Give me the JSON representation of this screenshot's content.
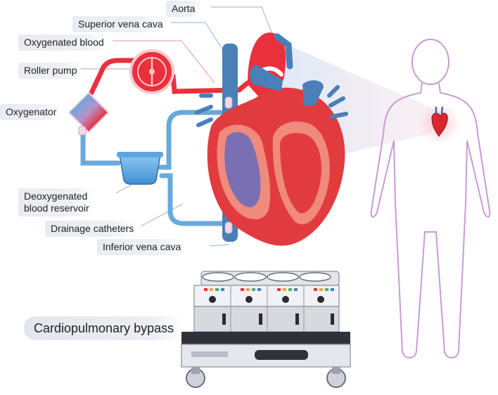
{
  "labels": {
    "aorta": "Aorta",
    "superior_vena_cava": "Superior vena cava",
    "oxygenated_blood": "Oxygenated blood",
    "roller_pump": "Roller pump",
    "oxygenator": "Oxygenator",
    "deoxygenated_blood_reservoir": "Deoxygenated\nblood reservoir",
    "drainage_catheters": "Drainage catheters",
    "inferior_vena_cava": "Inferior vena cava",
    "cardiopulmonary_bypass": "Cardiopulmonary bypass"
  },
  "colors": {
    "oxygenated": "#e8313c",
    "deoxygenated": "#6aa9dc",
    "heart_muscle": "#e23b3f",
    "heart_chamber": "#7a6fb3",
    "vein_blue": "#4a7fb8",
    "body_outline": "#c99bd3",
    "machine_gray": "#d7d9df"
  },
  "icons": {
    "heart": "heart-icon",
    "pump": "roller-pump-icon",
    "oxygenator": "oxygenator-icon",
    "reservoir": "reservoir-icon",
    "body": "human-body-icon",
    "machine": "bypass-machine-icon"
  }
}
